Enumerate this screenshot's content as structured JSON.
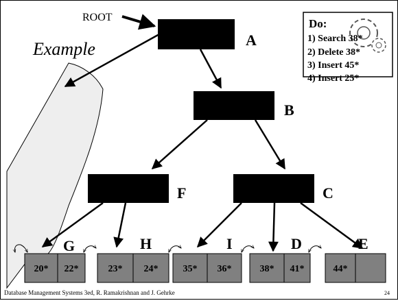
{
  "slide": {
    "root_label": "ROOT",
    "example_label": "Example",
    "footer": "Database Management Systems 3ed,  R. Ramakrishnan and J. Gehrke",
    "page_number": "24"
  },
  "todo": {
    "title": "Do:",
    "items": [
      "1)  Search 38*",
      "2)  Delete 38*",
      "3)  Insert 45*",
      "4)  Insert 25*"
    ]
  },
  "nodes": {
    "A": "A",
    "B": "B",
    "F": "F",
    "C": "C"
  },
  "leaves": [
    {
      "label": "G",
      "entries": [
        "20*",
        "22*"
      ]
    },
    {
      "label": "H",
      "entries": [
        "23*",
        "24*"
      ]
    },
    {
      "label": "I",
      "entries": [
        "35*",
        "36*"
      ]
    },
    {
      "label": "D",
      "entries": [
        "38*",
        "41*"
      ]
    },
    {
      "label": "E",
      "entries": [
        "44*",
        ""
      ]
    }
  ],
  "colors": {
    "internal_node": "#000000",
    "leaf_fill": "#808080",
    "page_curl": "#eeeeee"
  }
}
